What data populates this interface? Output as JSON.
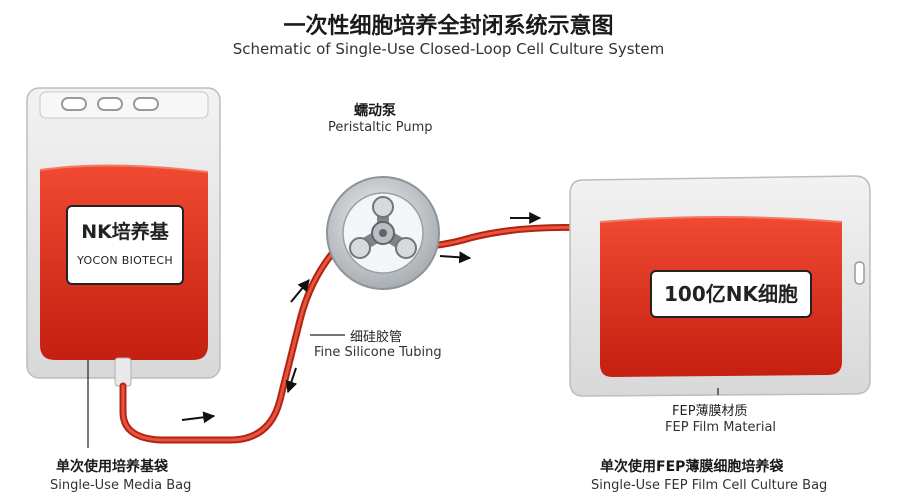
{
  "title": {
    "cn": "一次性细胞培养全封闭系统示意图",
    "en": "Schematic of Single-Use Closed-Loop Cell Culture System"
  },
  "media_bag": {
    "label_cn": "NK培养基",
    "label_brand": "YOCON BIOTECH",
    "caption_cn": "单次使用培养基袋",
    "caption_en": "Single-Use Media Bag"
  },
  "pump": {
    "caption_cn": "蠕动泵",
    "caption_en": "Peristaltic Pump"
  },
  "tubing": {
    "caption_cn": "细硅胶管",
    "caption_en": "Fine Silicone Tubing"
  },
  "culture_bag": {
    "label_cn": "100亿NK细胞",
    "material_cn": "FEP薄膜材质",
    "material_en": "FEP Film Material",
    "caption_cn": "单次使用FEP薄膜细胞培养袋",
    "caption_en": "Single-Use FEP Film Cell Culture Bag"
  },
  "colors": {
    "liquid": "#e8321e",
    "liquid_dark": "#c41f10",
    "tube": "#d4341f",
    "bag_frame": "#e6e6e6",
    "pump_body": "#bfc3c7"
  }
}
